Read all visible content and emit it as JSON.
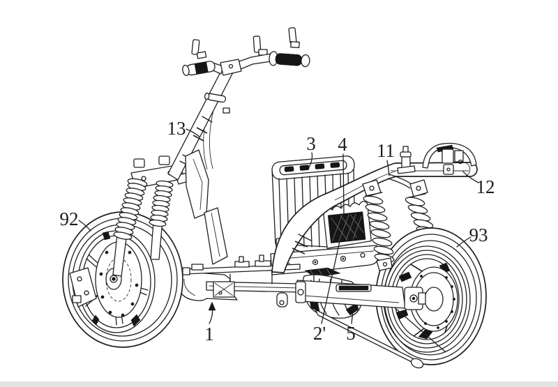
{
  "figure": {
    "background": "#ffffff",
    "line_color": "#1f1f1f",
    "labels": {
      "l1": "1",
      "l2prime": "2'",
      "l3": "3",
      "l4": "4",
      "l5": "5",
      "l11": "11",
      "l12": "12",
      "l13": "13",
      "l92": "92",
      "l93": "93"
    }
  }
}
